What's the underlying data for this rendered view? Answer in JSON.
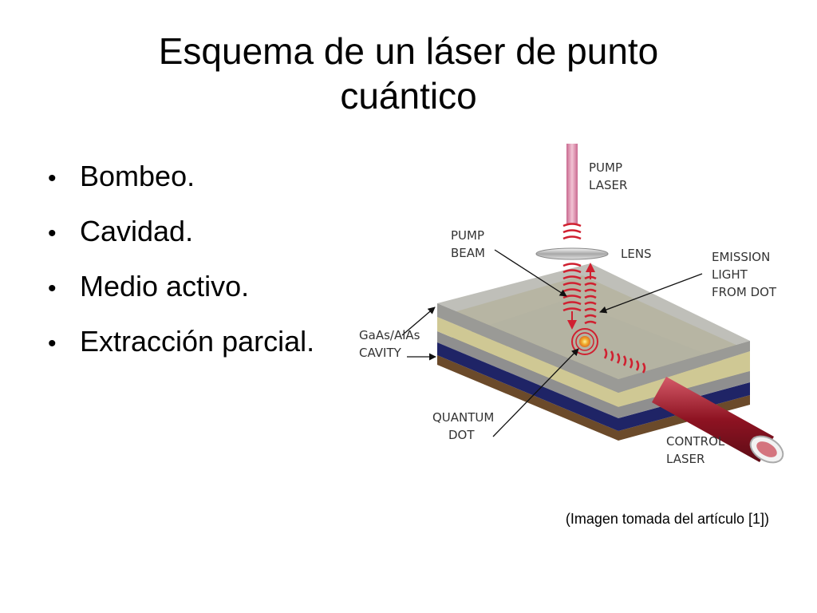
{
  "slide": {
    "title_line1": "Esquema de un láser de punto",
    "title_line2": "cuántico",
    "bullets": [
      "Bombeo.",
      "Cavidad.",
      "Medio activo.",
      "Extracción parcial."
    ],
    "caption": "(Imagen tomada del artículo [1])"
  },
  "diagram": {
    "labels": {
      "pump_laser_1": "PUMP",
      "pump_laser_2": "LASER",
      "pump_beam_1": "PUMP",
      "pump_beam_2": "BEAM",
      "lens": "LENS",
      "emission_1": "EMISSION",
      "emission_2": "LIGHT",
      "emission_3": "FROM DOT",
      "cavity_1": "GaAs/AlAs",
      "cavity_2": "CAVITY",
      "qdot_1": "QUANTUM",
      "qdot_2": "DOT",
      "control_1": "CONTROL",
      "control_2": "LASER"
    },
    "colors": {
      "pump_beam": "#d98aa8",
      "laser_red": "#b11a2b",
      "top_layer": "#9a9a9a",
      "active_layer": "#d9d4a0",
      "blue_layer": "#1f2466",
      "bottom_layer": "#6b4a2a"
    }
  }
}
